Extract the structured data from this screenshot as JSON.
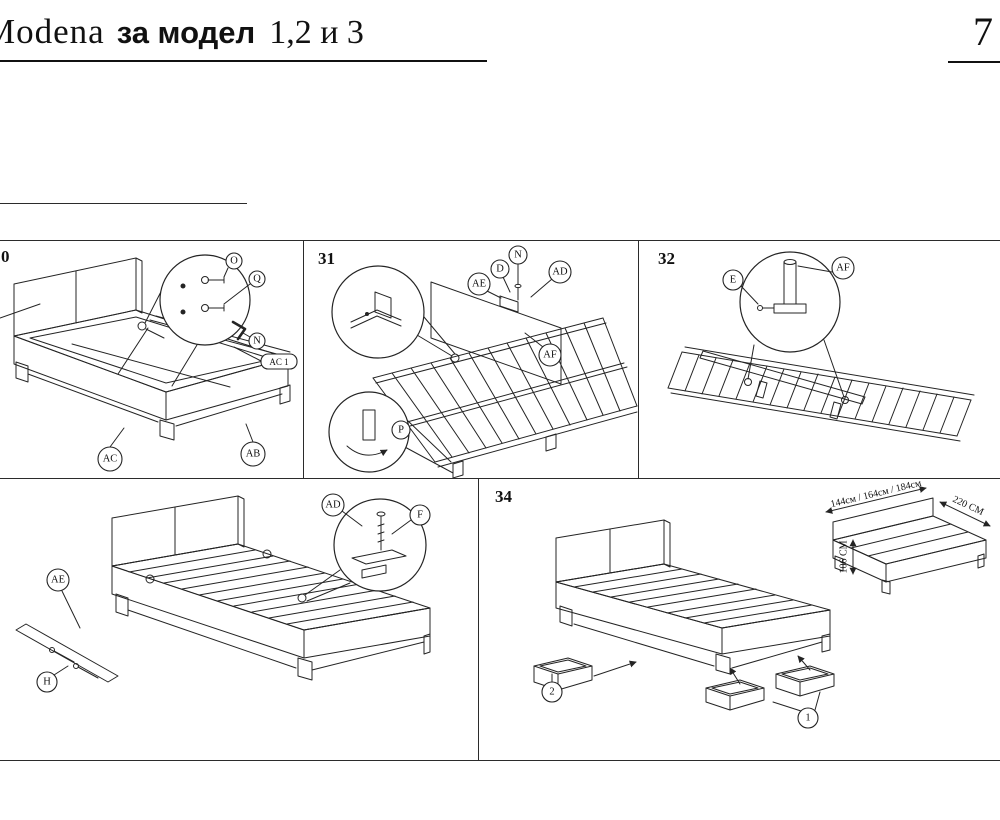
{
  "page": {
    "title_brand": "Modena",
    "title_model": "за модел",
    "title_tail": "1,2 и 3",
    "page_number": "7"
  },
  "steps": {
    "s30": "0",
    "s31": "31",
    "s32": "32",
    "s34": "34"
  },
  "callouts": {
    "p30": {
      "o": "O",
      "q": "Q",
      "n": "N",
      "ac1": "AC 1",
      "ac": "AC",
      "ab": "AB"
    },
    "p31": {
      "ae": "AE",
      "d": "D",
      "n": "N",
      "ad": "AD",
      "af": "AF",
      "p": "P"
    },
    "p32": {
      "e": "E",
      "af": "AF"
    },
    "p33": {
      "ae": "AE",
      "h": "H",
      "ad": "AD",
      "f": "F"
    },
    "p34": {
      "two": "2",
      "one": "1"
    }
  },
  "dimensions": {
    "widths": "144см / 164см / 184см",
    "depth": "220 СМ",
    "height": "106 СМ"
  }
}
